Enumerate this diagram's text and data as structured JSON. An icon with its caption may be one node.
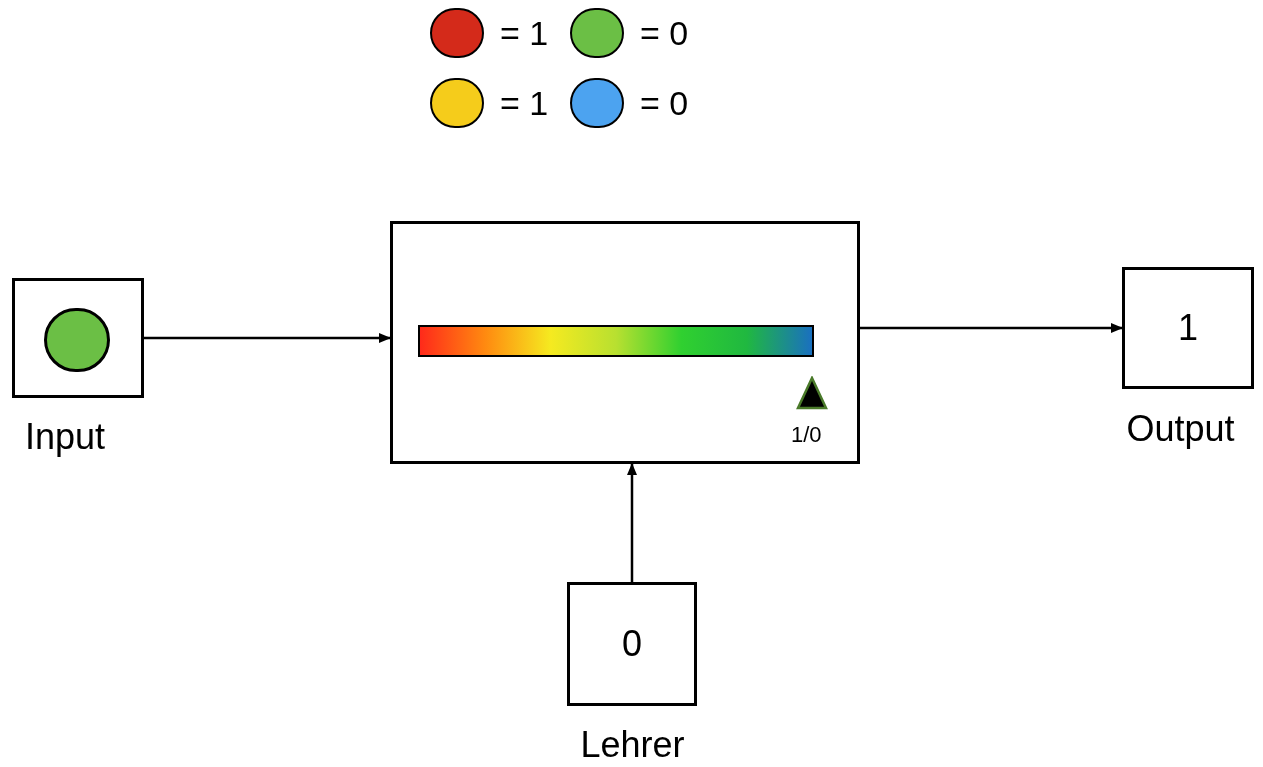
{
  "diagram": {
    "nodes": [
      {
        "text": [],
        "shape": "box",
        "beside": [
          "Input"
        ]
      },
      {
        "text": [],
        "shape": "circle",
        "in": 0
      },
      {
        "text": [],
        "shape": "box"
      },
      {
        "text": [],
        "shape": "bar",
        "in": 2
      },
      {
        "text": [
          "1"
        ],
        "beside": [
          "Output"
        ]
      },
      {
        "text": [
          "0"
        ],
        "beside": [
          "Lehrer"
        ]
      }
    ],
    "edges": [
      {
        "from": 0,
        "to": 2,
        "arrow": "to"
      },
      {
        "from": 2,
        "to": 4,
        "arrow": "to"
      },
      {
        "from": 5,
        "to": 2,
        "arrow": "to"
      }
    ],
    "labels": [
      "1/0"
    ],
    "legend": [
      {
        "text": "= 1",
        "color": "#d42a1a"
      },
      {
        "text": "= 0",
        "color": "#6bbf45"
      },
      {
        "text": "= 1",
        "color": "#f5cc1b"
      },
      {
        "text": "= 0",
        "color": "#4ca3f0"
      }
    ]
  }
}
